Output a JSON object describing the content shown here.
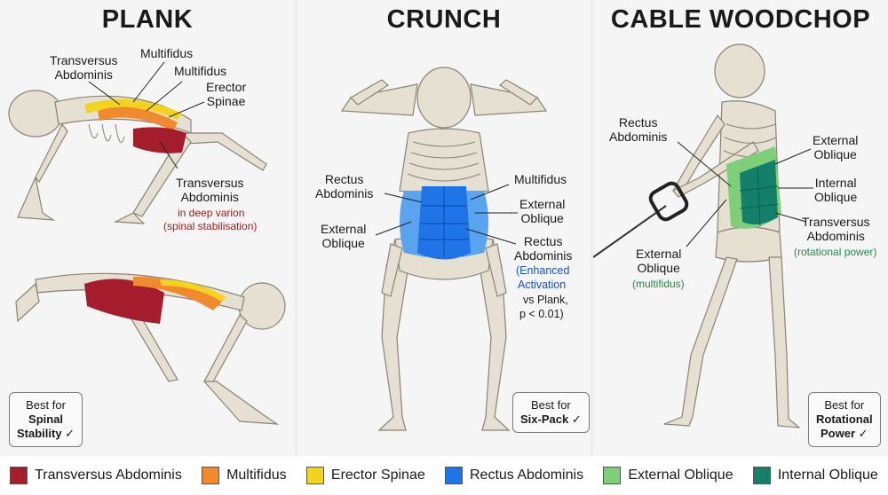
{
  "panels": {
    "plank": {
      "title": "PLANK",
      "labels": {
        "transversus_top": "Transversus\nAbdominis",
        "multifidus_1": "Multifidus",
        "multifidus_2": "Multifidus",
        "erector": "Erector\nSpinae",
        "transversus_mid": "Transversus\nAbdominis",
        "note_1": "in deep varion",
        "note_2": "(spinal stabilisation)"
      },
      "badge": {
        "line1": "Best for",
        "line2": "Spinal",
        "line3": "Stability ✓"
      }
    },
    "crunch": {
      "title": "CRUNCH",
      "labels": {
        "rectus_left": "Rectus\nAbdominis",
        "external_left": "External\nOblique",
        "multifidus": "Multifidus",
        "external_right": "External\nOblique",
        "rectus_right": "Rectus\nAbdominis",
        "note_1": "(Enhanced",
        "note_2": "Activation",
        "note_3": "vs Plank,",
        "note_4": "p < 0.01)"
      },
      "badge": {
        "line1": "Best for",
        "line2": "Six-Pack ✓"
      }
    },
    "woodchop": {
      "title": "CABLE WOODCHOP",
      "labels": {
        "rectus": "Rectus\nAbdominis",
        "external_right": "External\nOblique",
        "internal": "Internal\nOblique",
        "transversus": "Transversus\nAbdominis",
        "rotational_note": "(rotational power)",
        "external_left": "External\nOblique",
        "multifidus_note": "(multifidus)"
      },
      "badge": {
        "line1": "Best for",
        "line2": "Rotational",
        "line3": "Power ✓"
      }
    }
  },
  "legend": [
    {
      "label": "Transversus Abdominis",
      "color": "#a51d2d"
    },
    {
      "label": "Multifidus",
      "color": "#f08a2c"
    },
    {
      "label": "Erector Spinae",
      "color": "#f2d41f"
    },
    {
      "label": "Rectus Abdominis",
      "color": "#1f74e8"
    },
    {
      "label": "External Oblique",
      "color": "#7fcf7a"
    },
    {
      "label": "Internal Oblique",
      "color": "#14806a"
    }
  ]
}
